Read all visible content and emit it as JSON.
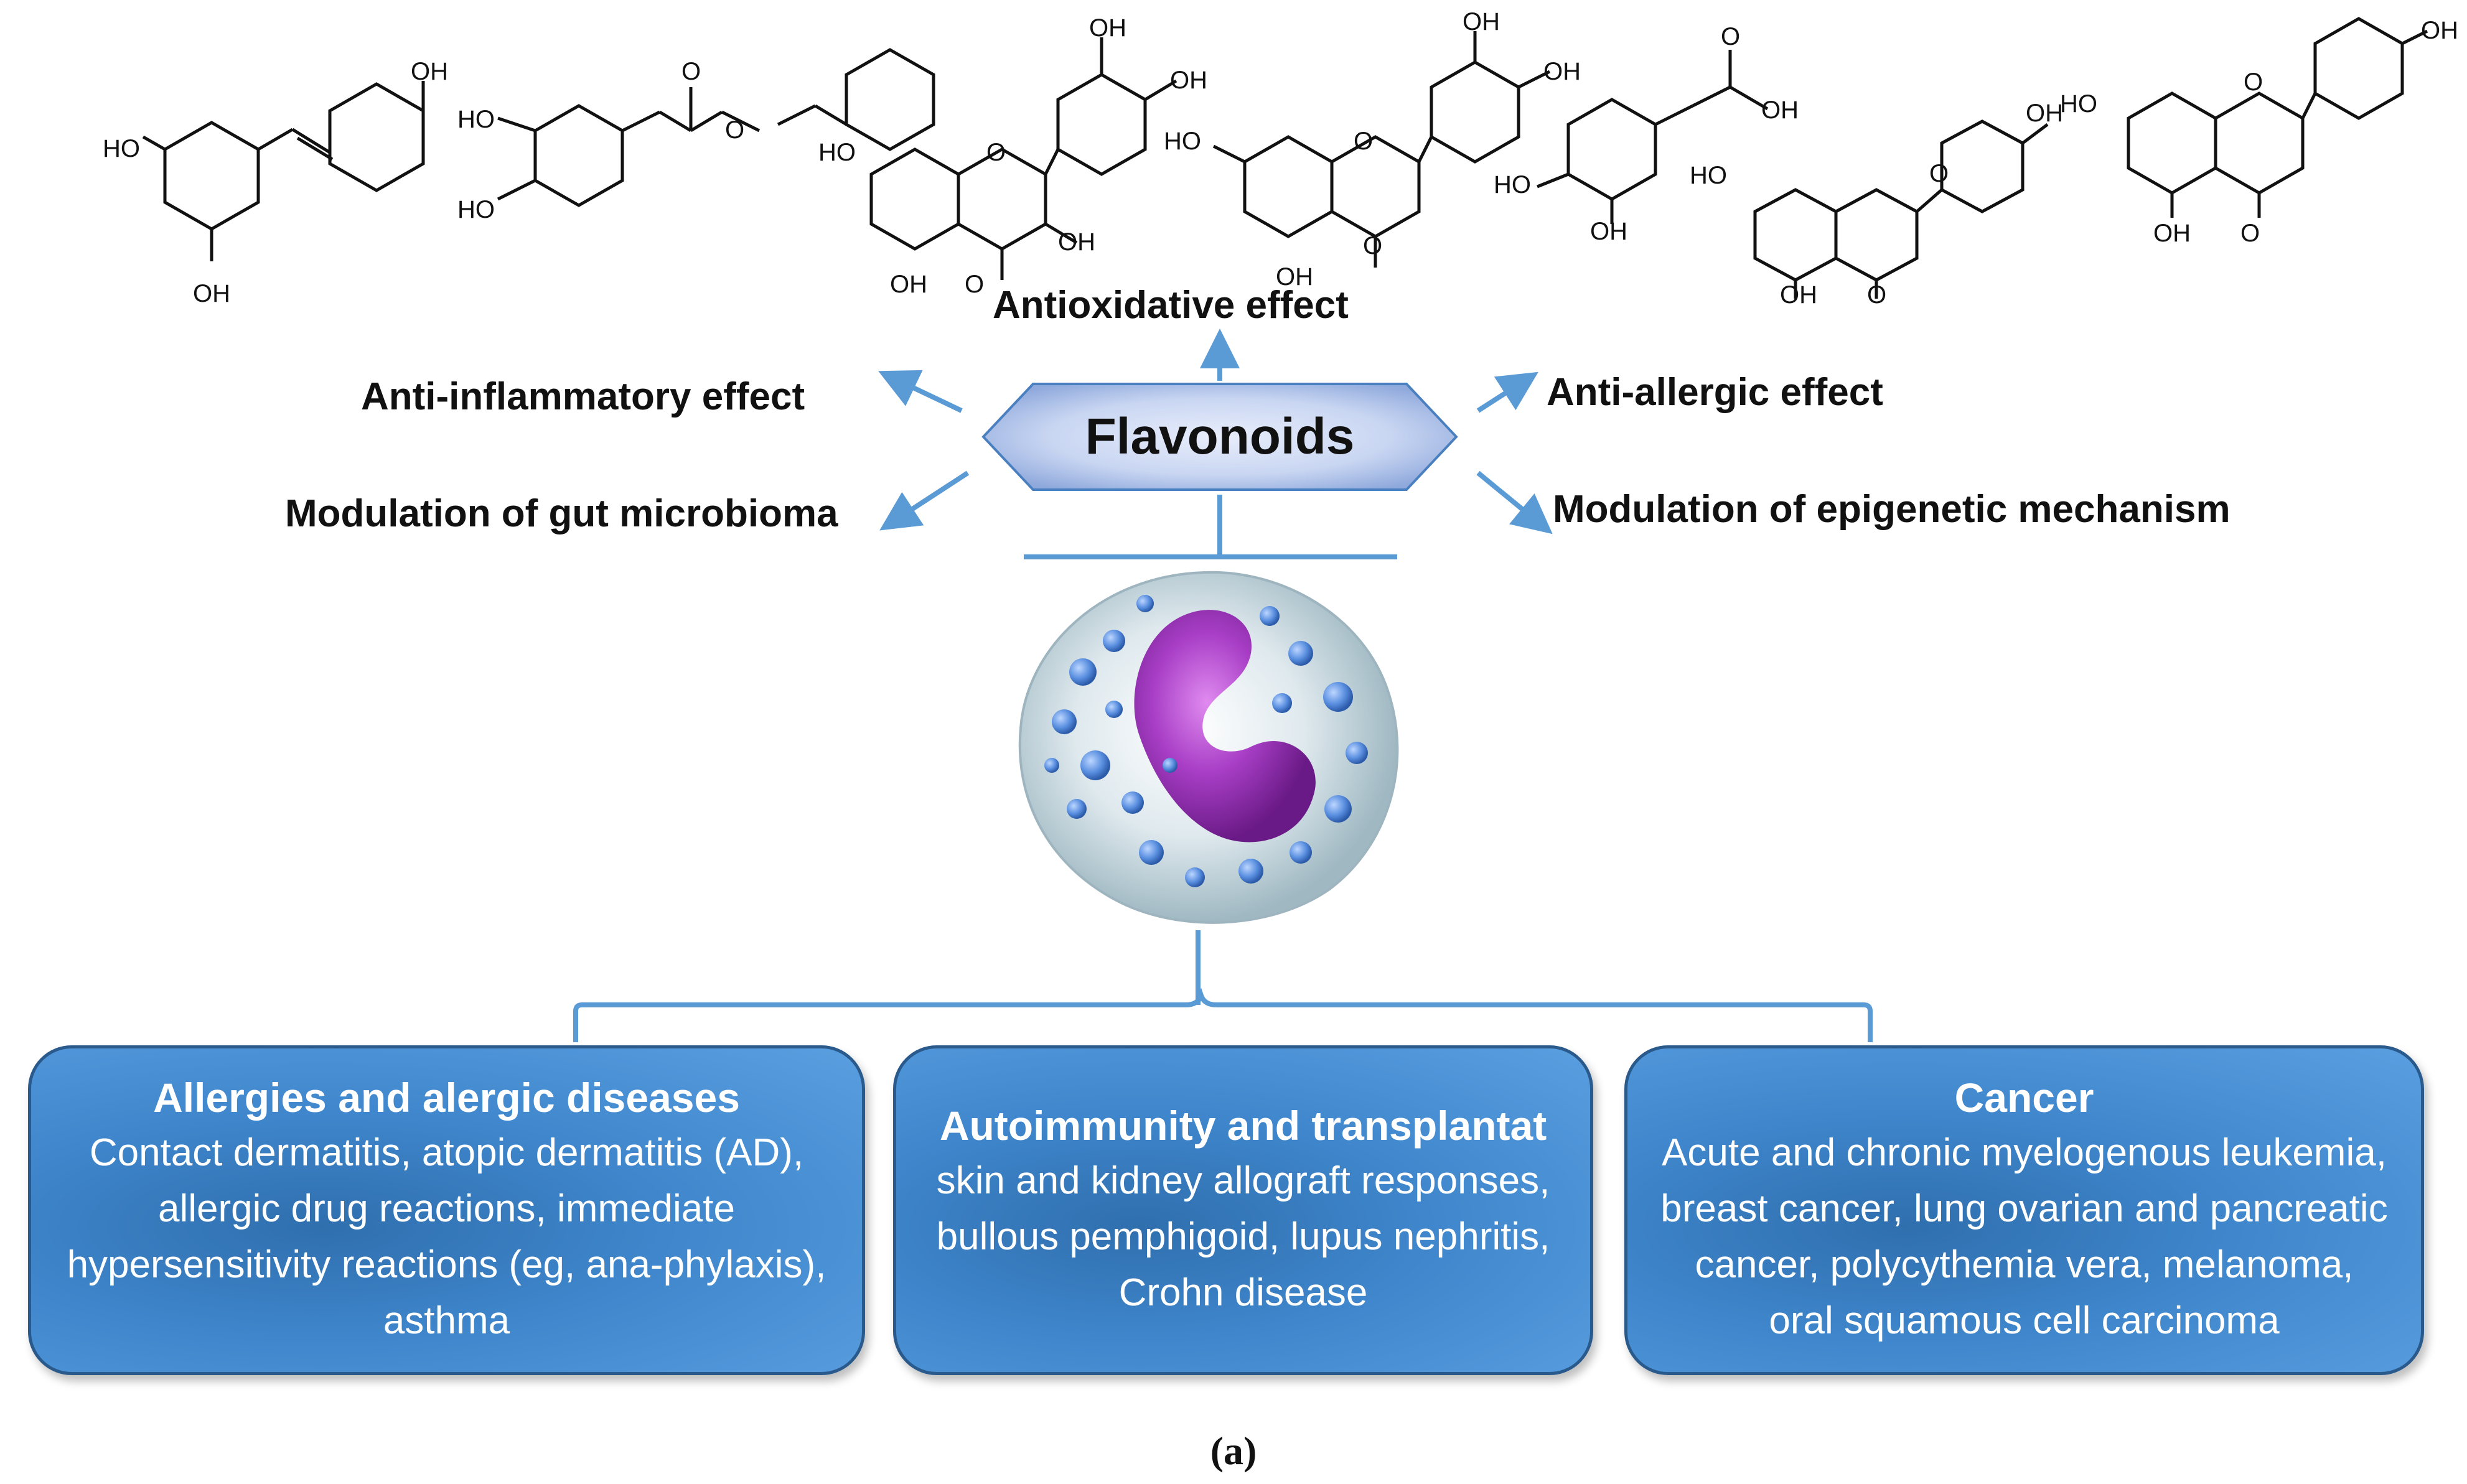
{
  "center": {
    "label": "Flavonoids"
  },
  "effects": {
    "antioxidative": "Antioxidative effect",
    "anti_inflammatory": "Anti-inflammatory effect",
    "anti_allergic": "Anti-allergic effect",
    "gut": "Modulation of gut microbioma",
    "epigenetic": "Modulation of epigenetic mechanism"
  },
  "molecules": {
    "labels": {
      "oh": "OH",
      "ho": "HO",
      "o": "O"
    }
  },
  "boxes": {
    "allergies": {
      "title": "Allergies and alergic diseases",
      "lines": [
        "Contact dermatitis, atopic dermatitis (AD),",
        "allergic drug reactions, immediate",
        "hypersensitivity reactions (eg, ana-phylaxis),",
        "asthma"
      ]
    },
    "autoimmunity": {
      "title": "Autoimmunity and transplantat",
      "lines": [
        "skin and kidney allograft responses,",
        "bullous pemphigoid, lupus nephritis,",
        "Crohn disease"
      ]
    },
    "cancer": {
      "title": "Cancer",
      "lines": [
        "Acute and chronic myelogenous leukemia,",
        "breast cancer, lung ovarian and pancreatic",
        "cancer, polycythemia vera, melanoma,",
        "oral squamous cell carcinoma"
      ]
    }
  },
  "caption": "(a)",
  "colors": {
    "arrow": "#5b9bd5",
    "box_fill": "#3f86cc",
    "box_border": "#2a5a8c",
    "hex_fill_center": "#c9d6f2",
    "hex_border": "#4a7fc0",
    "cell_nucleus": "#8e2aa6",
    "cell_granule": "#5a8fe0"
  }
}
